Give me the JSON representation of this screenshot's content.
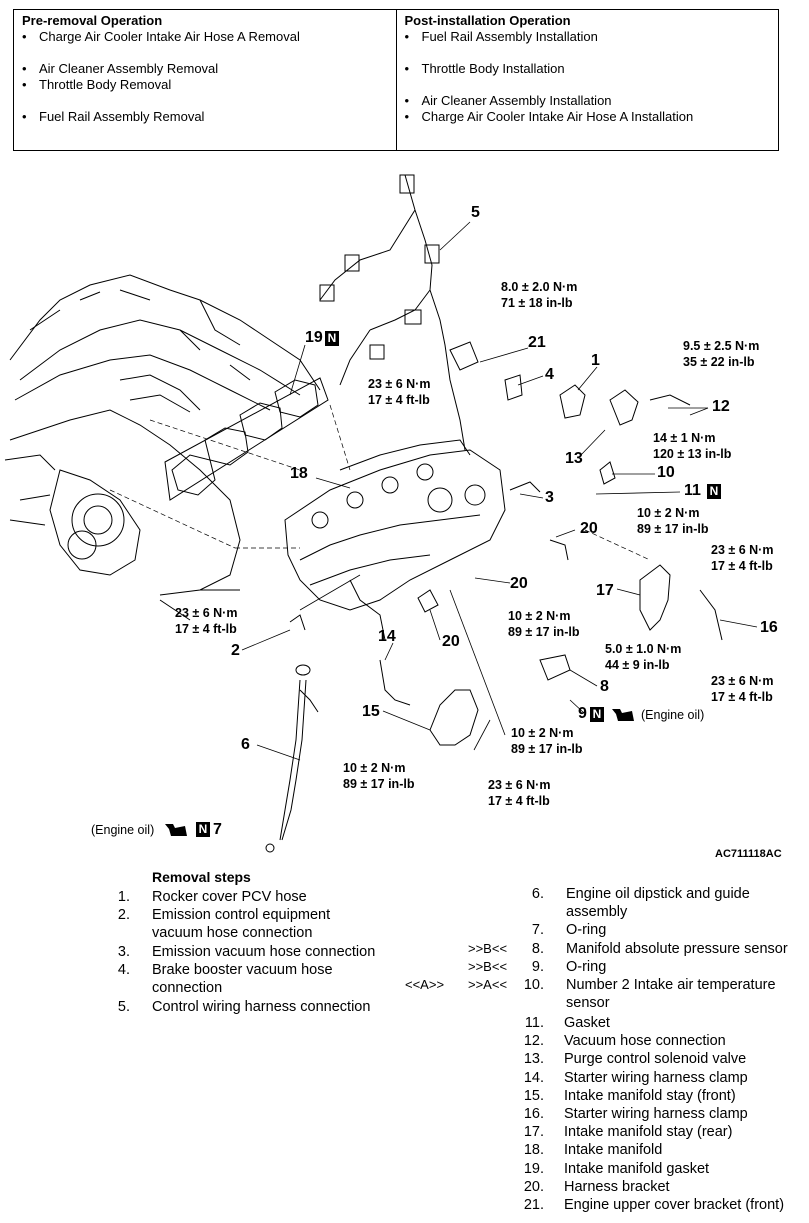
{
  "pre_removal": {
    "title": "Pre-removal Operation",
    "items": [
      "Charge Air Cooler Intake Air Hose A Removal",
      "Air Cleaner Assembly Removal",
      "Throttle Body Removal",
      "Fuel Rail Assembly Removal"
    ]
  },
  "post_installation": {
    "title": "Post-installation Operation",
    "items": [
      "Fuel Rail Assembly Installation",
      "Throttle Body Installation",
      "Air Cleaner Assembly Installation",
      "Charge Air Cooler Intake Air Hose A Installation"
    ]
  },
  "figure": {
    "code": "AC711118AC",
    "engine_oil_note": "(Engine oil)",
    "new_part_symbol": "N",
    "callouts": [
      "1",
      "2",
      "3",
      "4",
      "5",
      "6",
      "7",
      "8",
      "9",
      "10",
      "11",
      "12",
      "13",
      "14",
      "15",
      "16",
      "17",
      "18",
      "19",
      "20",
      "21"
    ],
    "torques": {
      "t21": [
        "8.0 ± 2.0 N·m",
        "71 ± 18 in-lb"
      ],
      "t12": [
        "9.5 ± 2.5 N·m",
        "35 ± 22 in-lb"
      ],
      "t19": [
        "23 ± 6 N·m",
        "17 ± 4 ft-lb"
      ],
      "t10": [
        "14 ± 1 N·m",
        "120 ± 13 in-lb"
      ],
      "t20a": [
        "10 ± 2 N·m",
        "89 ± 17 in-lb"
      ],
      "t17": [
        "23 ± 6 N·m",
        "17 ± 4 ft-lb"
      ],
      "t2": [
        "23 ± 6 N·m",
        "17 ± 4 ft-lb"
      ],
      "t20b": [
        "10 ± 2 N·m",
        "89 ± 17 in-lb"
      ],
      "t16": [
        "23 ± 6 N·m",
        "17 ± 4 ft-lb"
      ],
      "t8": [
        "5.0 ± 1.0 N·m",
        "44 ± 9 in-lb"
      ],
      "t20c": [
        "10 ± 2 N·m",
        "89 ± 17 in-lb"
      ],
      "t6": [
        "10 ± 2 N·m",
        "89 ± 17 in-lb"
      ],
      "t15": [
        "23 ± 6 N·m",
        "17 ± 4 ft-lb"
      ]
    }
  },
  "removal": {
    "title": "Removal steps",
    "steps": [
      {
        "n": "1.",
        "t": [
          "Rocker cover PCV hose"
        ]
      },
      {
        "n": "2.",
        "t": [
          "Emission control equipment",
          "vacuum hose connection"
        ]
      },
      {
        "n": "3.",
        "t": [
          "Emission vacuum hose connection"
        ]
      },
      {
        "n": "4.",
        "t": [
          "Brake booster vacuum hose",
          "connection"
        ]
      },
      {
        "n": "5.",
        "t": [
          "Control wiring harness connection"
        ]
      },
      {
        "n": "6.",
        "t": [
          "Engine oil dipstick and guide",
          "assembly"
        ]
      },
      {
        "n": "7.",
        "t": [
          "O-ring"
        ]
      },
      {
        "n": "8.",
        "t": [
          "Manifold absolute pressure sensor"
        ]
      },
      {
        "n": "9.",
        "t": [
          "O-ring"
        ]
      },
      {
        "n": "10.",
        "t": [
          "Number 2 Intake air temperature",
          "sensor"
        ]
      },
      {
        "n": "11.",
        "t": [
          "Gasket"
        ]
      },
      {
        "n": "12.",
        "t": [
          "Vacuum hose connection"
        ]
      },
      {
        "n": "13.",
        "t": [
          "Purge control solenoid valve"
        ]
      },
      {
        "n": "14.",
        "t": [
          "Starter wiring harness clamp"
        ]
      },
      {
        "n": "15.",
        "t": [
          "Intake manifold stay (front)"
        ]
      },
      {
        "n": "16.",
        "t": [
          "Starter wiring harness clamp"
        ]
      },
      {
        "n": "17.",
        "t": [
          "Intake manifold stay (rear)"
        ]
      },
      {
        "n": "18.",
        "t": [
          "Intake manifold"
        ]
      },
      {
        "n": "19.",
        "t": [
          "Intake manifold gasket"
        ]
      },
      {
        "n": "20.",
        "t": [
          "Harness bracket"
        ]
      },
      {
        "n": "21.",
        "t": [
          "Engine upper cover bracket (front)"
        ]
      }
    ],
    "marks": {
      "b8": ">>B<<",
      "b9": ">>B<<",
      "a10_left": "<<A>>",
      "a10_right": ">>A<<"
    }
  }
}
